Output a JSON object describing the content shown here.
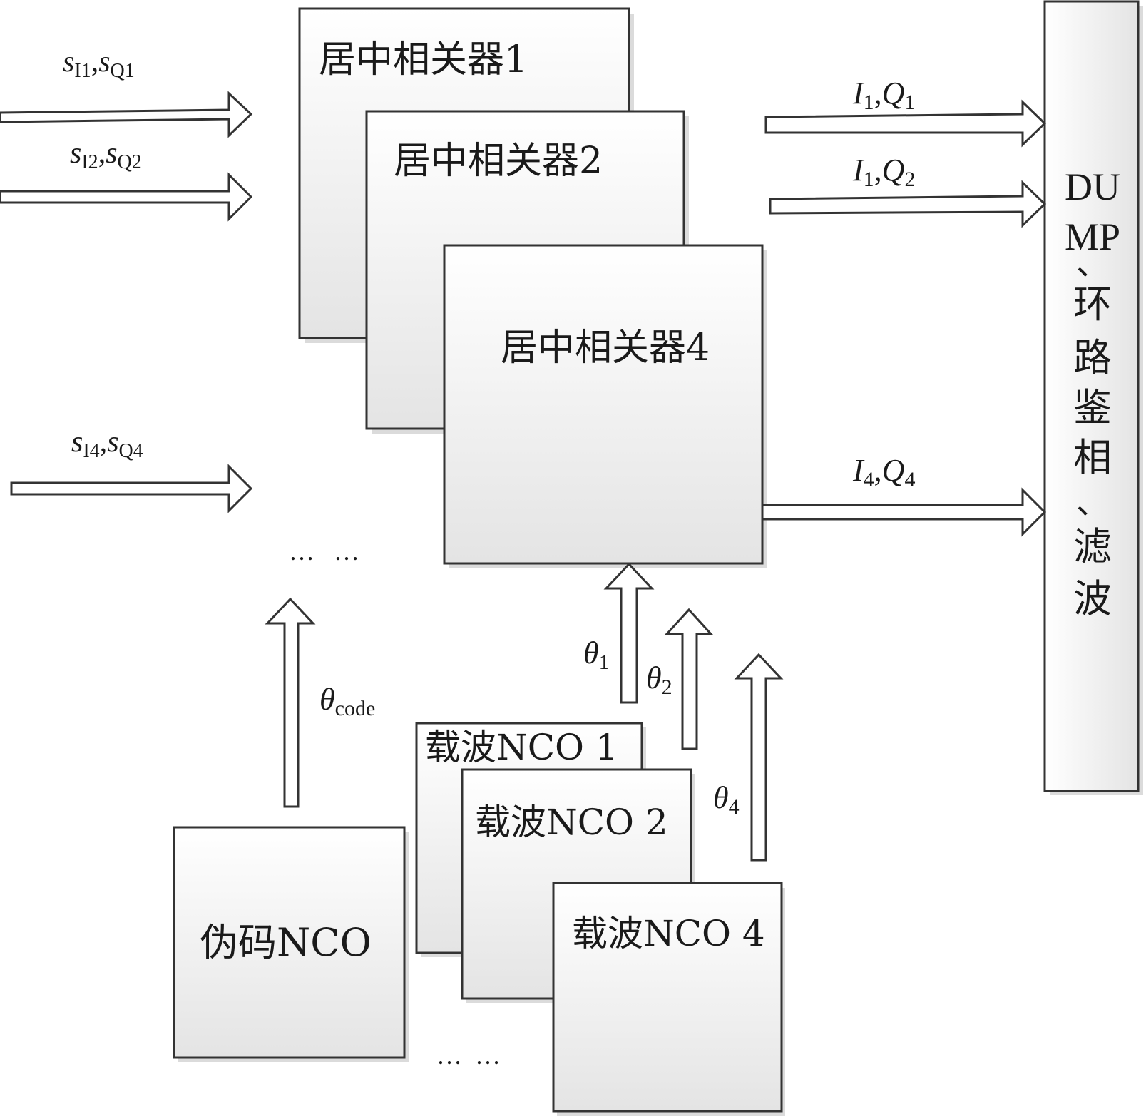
{
  "blocks": {
    "correlator_1": "居中相关器1",
    "correlator_2": "居中相关器2",
    "correlator_4": "居中相关器4",
    "dump_block": [
      "DU",
      "MP",
      "、",
      "环",
      "路",
      "鉴",
      "相",
      "、",
      "滤",
      "波"
    ],
    "code_nco": "伪码NCO",
    "carrier_nco_1": "载波NCO 1",
    "carrier_nco_2": "载波NCO 2",
    "carrier_nco_4": "载波NCO 4"
  },
  "inputs": {
    "in1": {
      "s": "s",
      "sub1": "I1",
      "sep": ",",
      "sub2": "Q1"
    },
    "in2": {
      "s": "s",
      "sub1": "I2",
      "sep": ",",
      "sub2": "Q2"
    },
    "in4": {
      "s": "s",
      "sub1": "I4",
      "sep": ",",
      "sub2": "Q4"
    }
  },
  "outputs": {
    "out1": {
      "i": "I",
      "isub": "1",
      "sep": ",",
      "q": "Q",
      "qsub": "1"
    },
    "out2": {
      "i": "I",
      "isub": "1",
      "sep": ",",
      "q": "Q",
      "qsub": "2"
    },
    "out4": {
      "i": "I",
      "isub": "4",
      "sep": ",",
      "q": "Q",
      "qsub": "4"
    }
  },
  "phases": {
    "theta": "θ",
    "code_sub": "code",
    "t1_sub": "1",
    "t2_sub": "2",
    "t4_sub": "4"
  },
  "ellipsis": {
    "mid": "…   …",
    "bottom": "…  …"
  },
  "colors": {
    "box_top": "#ffffff",
    "box_bottom": "#e6e6e6",
    "stroke": "#333333"
  }
}
